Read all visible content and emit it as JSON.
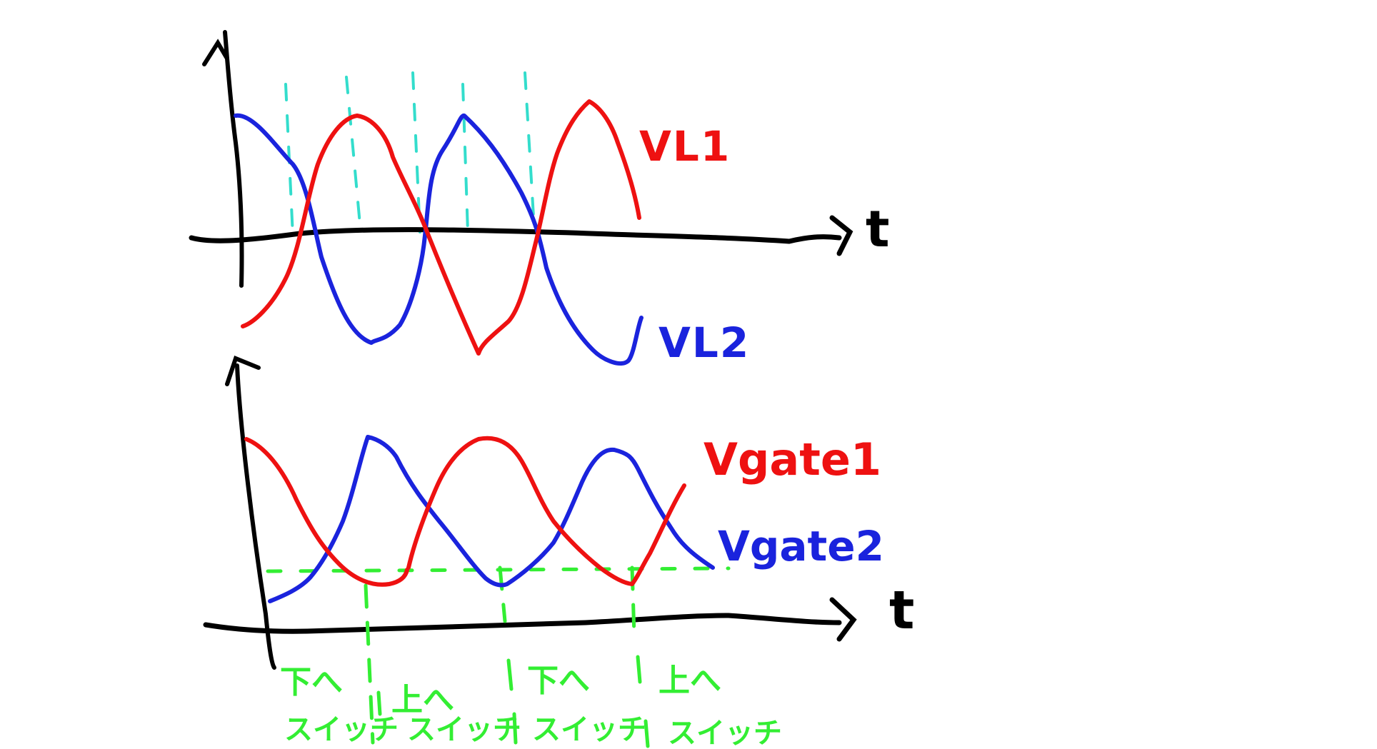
{
  "top_plot": {
    "label_vl1": "VL1",
    "label_vl2": "VL2",
    "axis_t": "t"
  },
  "bottom_plot": {
    "label_vgate1": "Vgate1",
    "label_vgate2": "Vgate2",
    "axis_t": "t",
    "annotations": [
      "下へ",
      "スイッチ",
      "上へ",
      "スイッチ",
      "下へ",
      "スイッチ",
      "上へ",
      "スイッチ"
    ]
  },
  "colors": {
    "axis": "#000000",
    "vl1": "#ee1111",
    "vl2": "#1a23dd",
    "cyan_guides": "#33ddcc",
    "green_guides": "#33ee33"
  }
}
